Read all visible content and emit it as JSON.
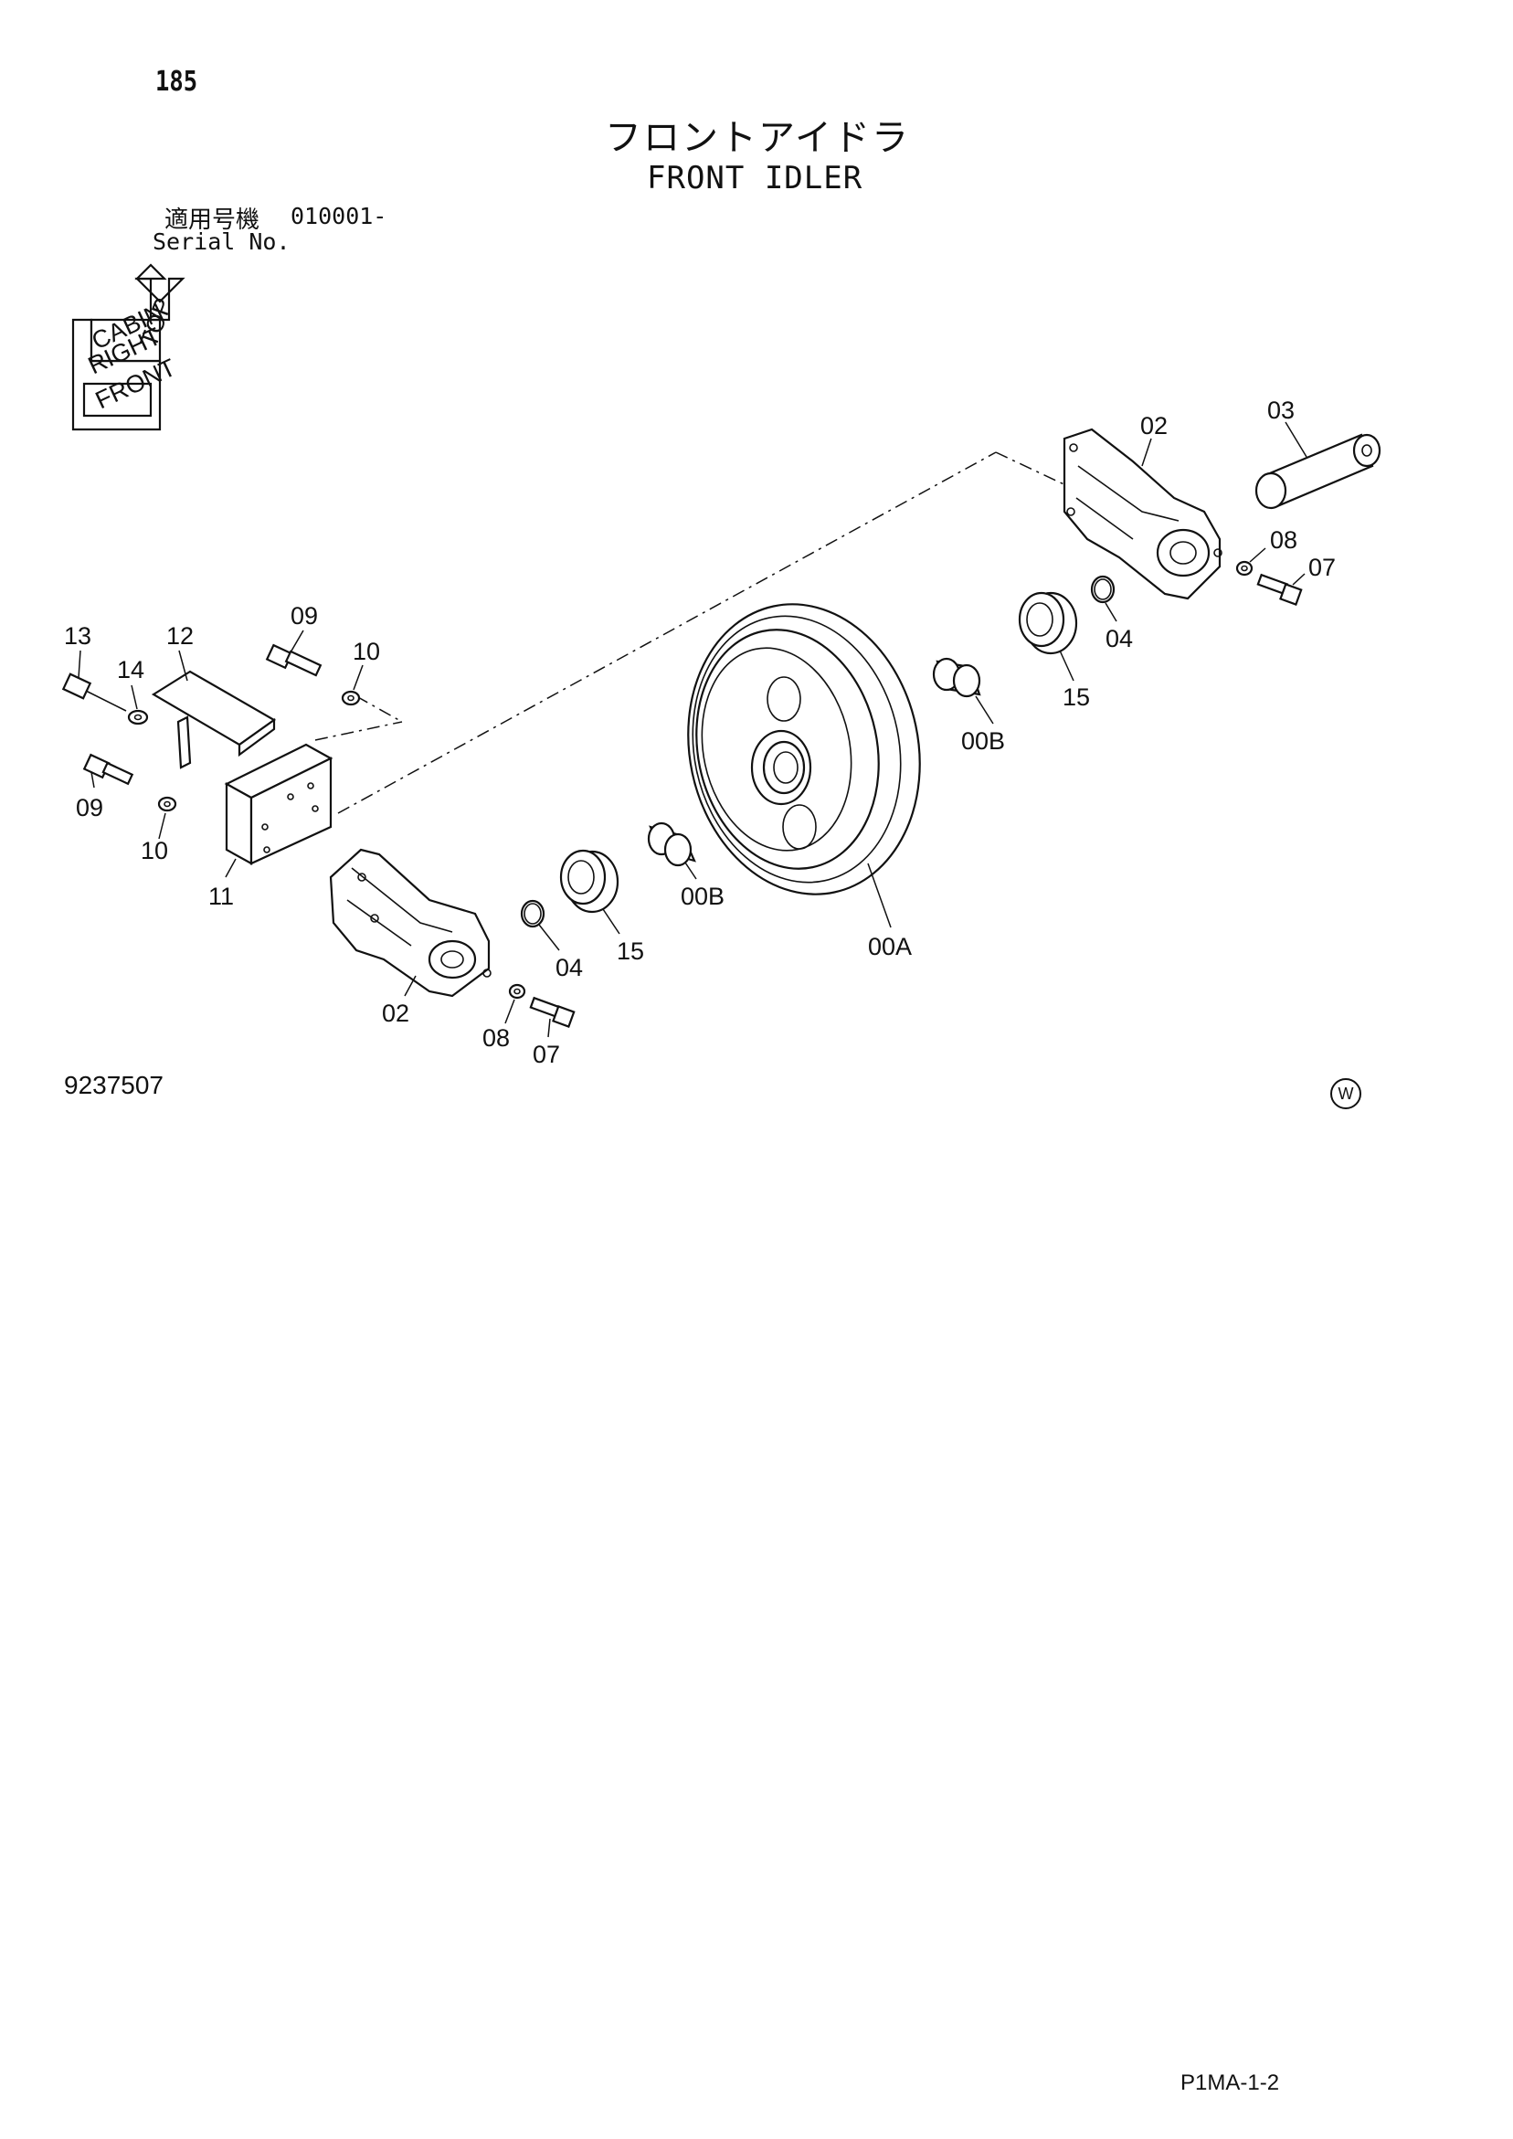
{
  "page_number": "185",
  "title_jp": "フロントアイドラ",
  "title_en": "FRONT IDLER",
  "serial": {
    "label_jp": "適用号機",
    "value": "010001-",
    "label_en": "Serial No."
  },
  "orientation_icon": {
    "labels": [
      "CABIN",
      "RIGHT",
      "TOP",
      "FRONT"
    ]
  },
  "callouts": {
    "c13": "13",
    "c12": "12",
    "c14": "14",
    "c09a": "09",
    "c10a": "10",
    "c09b": "09",
    "c10b": "10",
    "c11": "11",
    "c02a": "02",
    "c08a": "08",
    "c07a": "07",
    "c04a": "04",
    "c15a": "15",
    "c00Ba": "00B",
    "c00A": "00A",
    "c00Bb": "00B",
    "c15b": "15",
    "c04b": "04",
    "c02b": "02",
    "c03": "03",
    "c08b": "08",
    "c07b": "07"
  },
  "figure_number": "9237507",
  "mark": "W",
  "page_code": "P1MA-1-2"
}
